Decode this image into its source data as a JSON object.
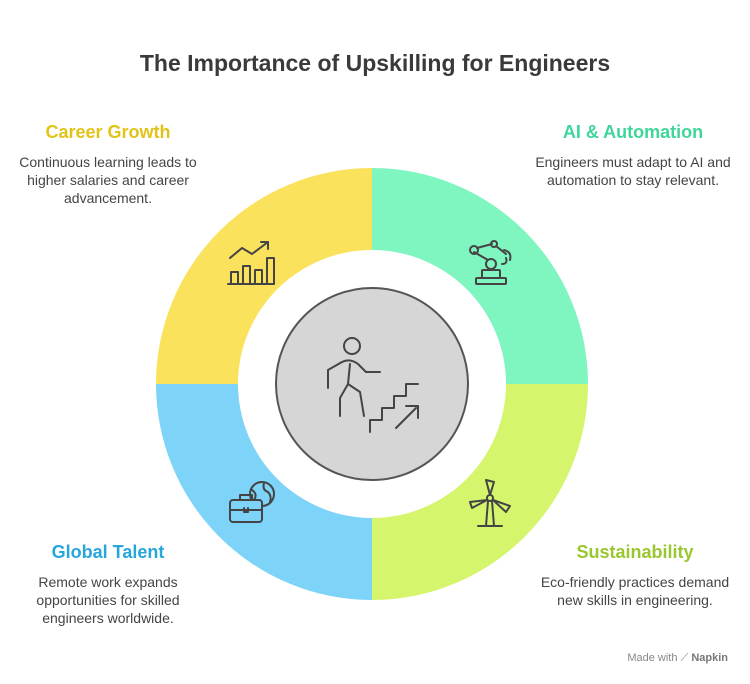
{
  "title": "The Importance of Upskilling for Engineers",
  "segments": [
    {
      "key": "career",
      "heading": "Career Growth",
      "description": "Continuous learning leads to higher salaries and career advancement.",
      "color": "#fbe25c",
      "text_color": "#e2c418",
      "icon": "growth-chart-icon"
    },
    {
      "key": "ai",
      "heading": "AI & Automation",
      "description": "Engineers must adapt to AI and automation to stay relevant.",
      "color": "#7ff5c0",
      "text_color": "#3fd69b",
      "icon": "robot-arm-icon"
    },
    {
      "key": "sustain",
      "heading": "Sustainability",
      "description": "Eco-friendly practices demand new skills in engineering.",
      "color": "#d4f56c",
      "text_color": "#9ac731",
      "icon": "wind-turbine-icon"
    },
    {
      "key": "global",
      "heading": "Global Talent",
      "description": "Remote work expands opportunities for skilled engineers worldwide.",
      "color": "#7dd3f8",
      "text_color": "#27a6dc",
      "icon": "globe-briefcase-icon"
    }
  ],
  "center": {
    "icon": "person-climbing-stairs-icon",
    "color": "#d6d6d6"
  },
  "footer": {
    "prefix": "Made with",
    "brand": "Napkin"
  }
}
